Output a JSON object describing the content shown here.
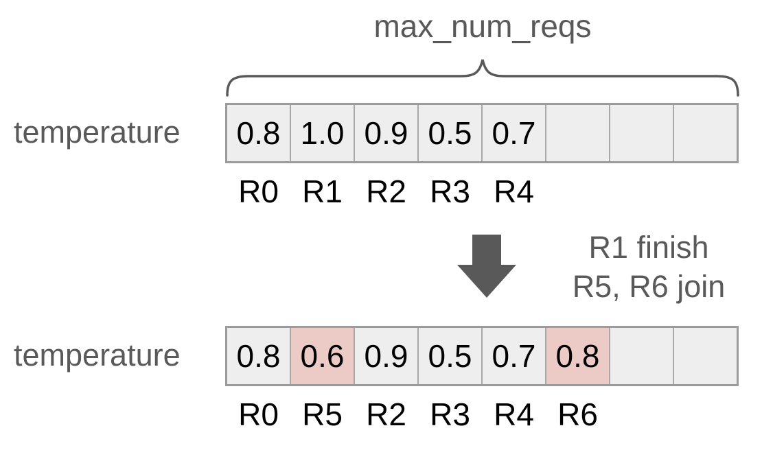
{
  "colors": {
    "muted-text": "#595959",
    "black-text": "#000000",
    "background": "#ffffff",
    "cell-fill": "#eeeeee",
    "cell-highlight": "#eccbc7",
    "grid-line": "#a8a8a8",
    "strip-border": "#9b9b9b"
  },
  "brace_label": "max_num_reqs",
  "transition": {
    "line1": "R1 finish",
    "line2": "R5, R6 join"
  },
  "before": {
    "row_label": "temperature",
    "cells": [
      {
        "value": "0.8",
        "highlight": false
      },
      {
        "value": "1.0",
        "highlight": false
      },
      {
        "value": "0.9",
        "highlight": false
      },
      {
        "value": "0.5",
        "highlight": false
      },
      {
        "value": "0.7",
        "highlight": false
      },
      {
        "value": "",
        "highlight": false
      },
      {
        "value": "",
        "highlight": false
      },
      {
        "value": "",
        "highlight": false
      }
    ],
    "request_labels": [
      "R0",
      "R1",
      "R2",
      "R3",
      "R4",
      "",
      "",
      ""
    ]
  },
  "after": {
    "row_label": "temperature",
    "cells": [
      {
        "value": "0.8",
        "highlight": false
      },
      {
        "value": "0.6",
        "highlight": true
      },
      {
        "value": "0.9",
        "highlight": false
      },
      {
        "value": "0.5",
        "highlight": false
      },
      {
        "value": "0.7",
        "highlight": false
      },
      {
        "value": "0.8",
        "highlight": true
      },
      {
        "value": "",
        "highlight": false
      },
      {
        "value": "",
        "highlight": false
      }
    ],
    "request_labels": [
      "R0",
      "R5",
      "R2",
      "R3",
      "R4",
      "R6",
      "",
      ""
    ]
  }
}
